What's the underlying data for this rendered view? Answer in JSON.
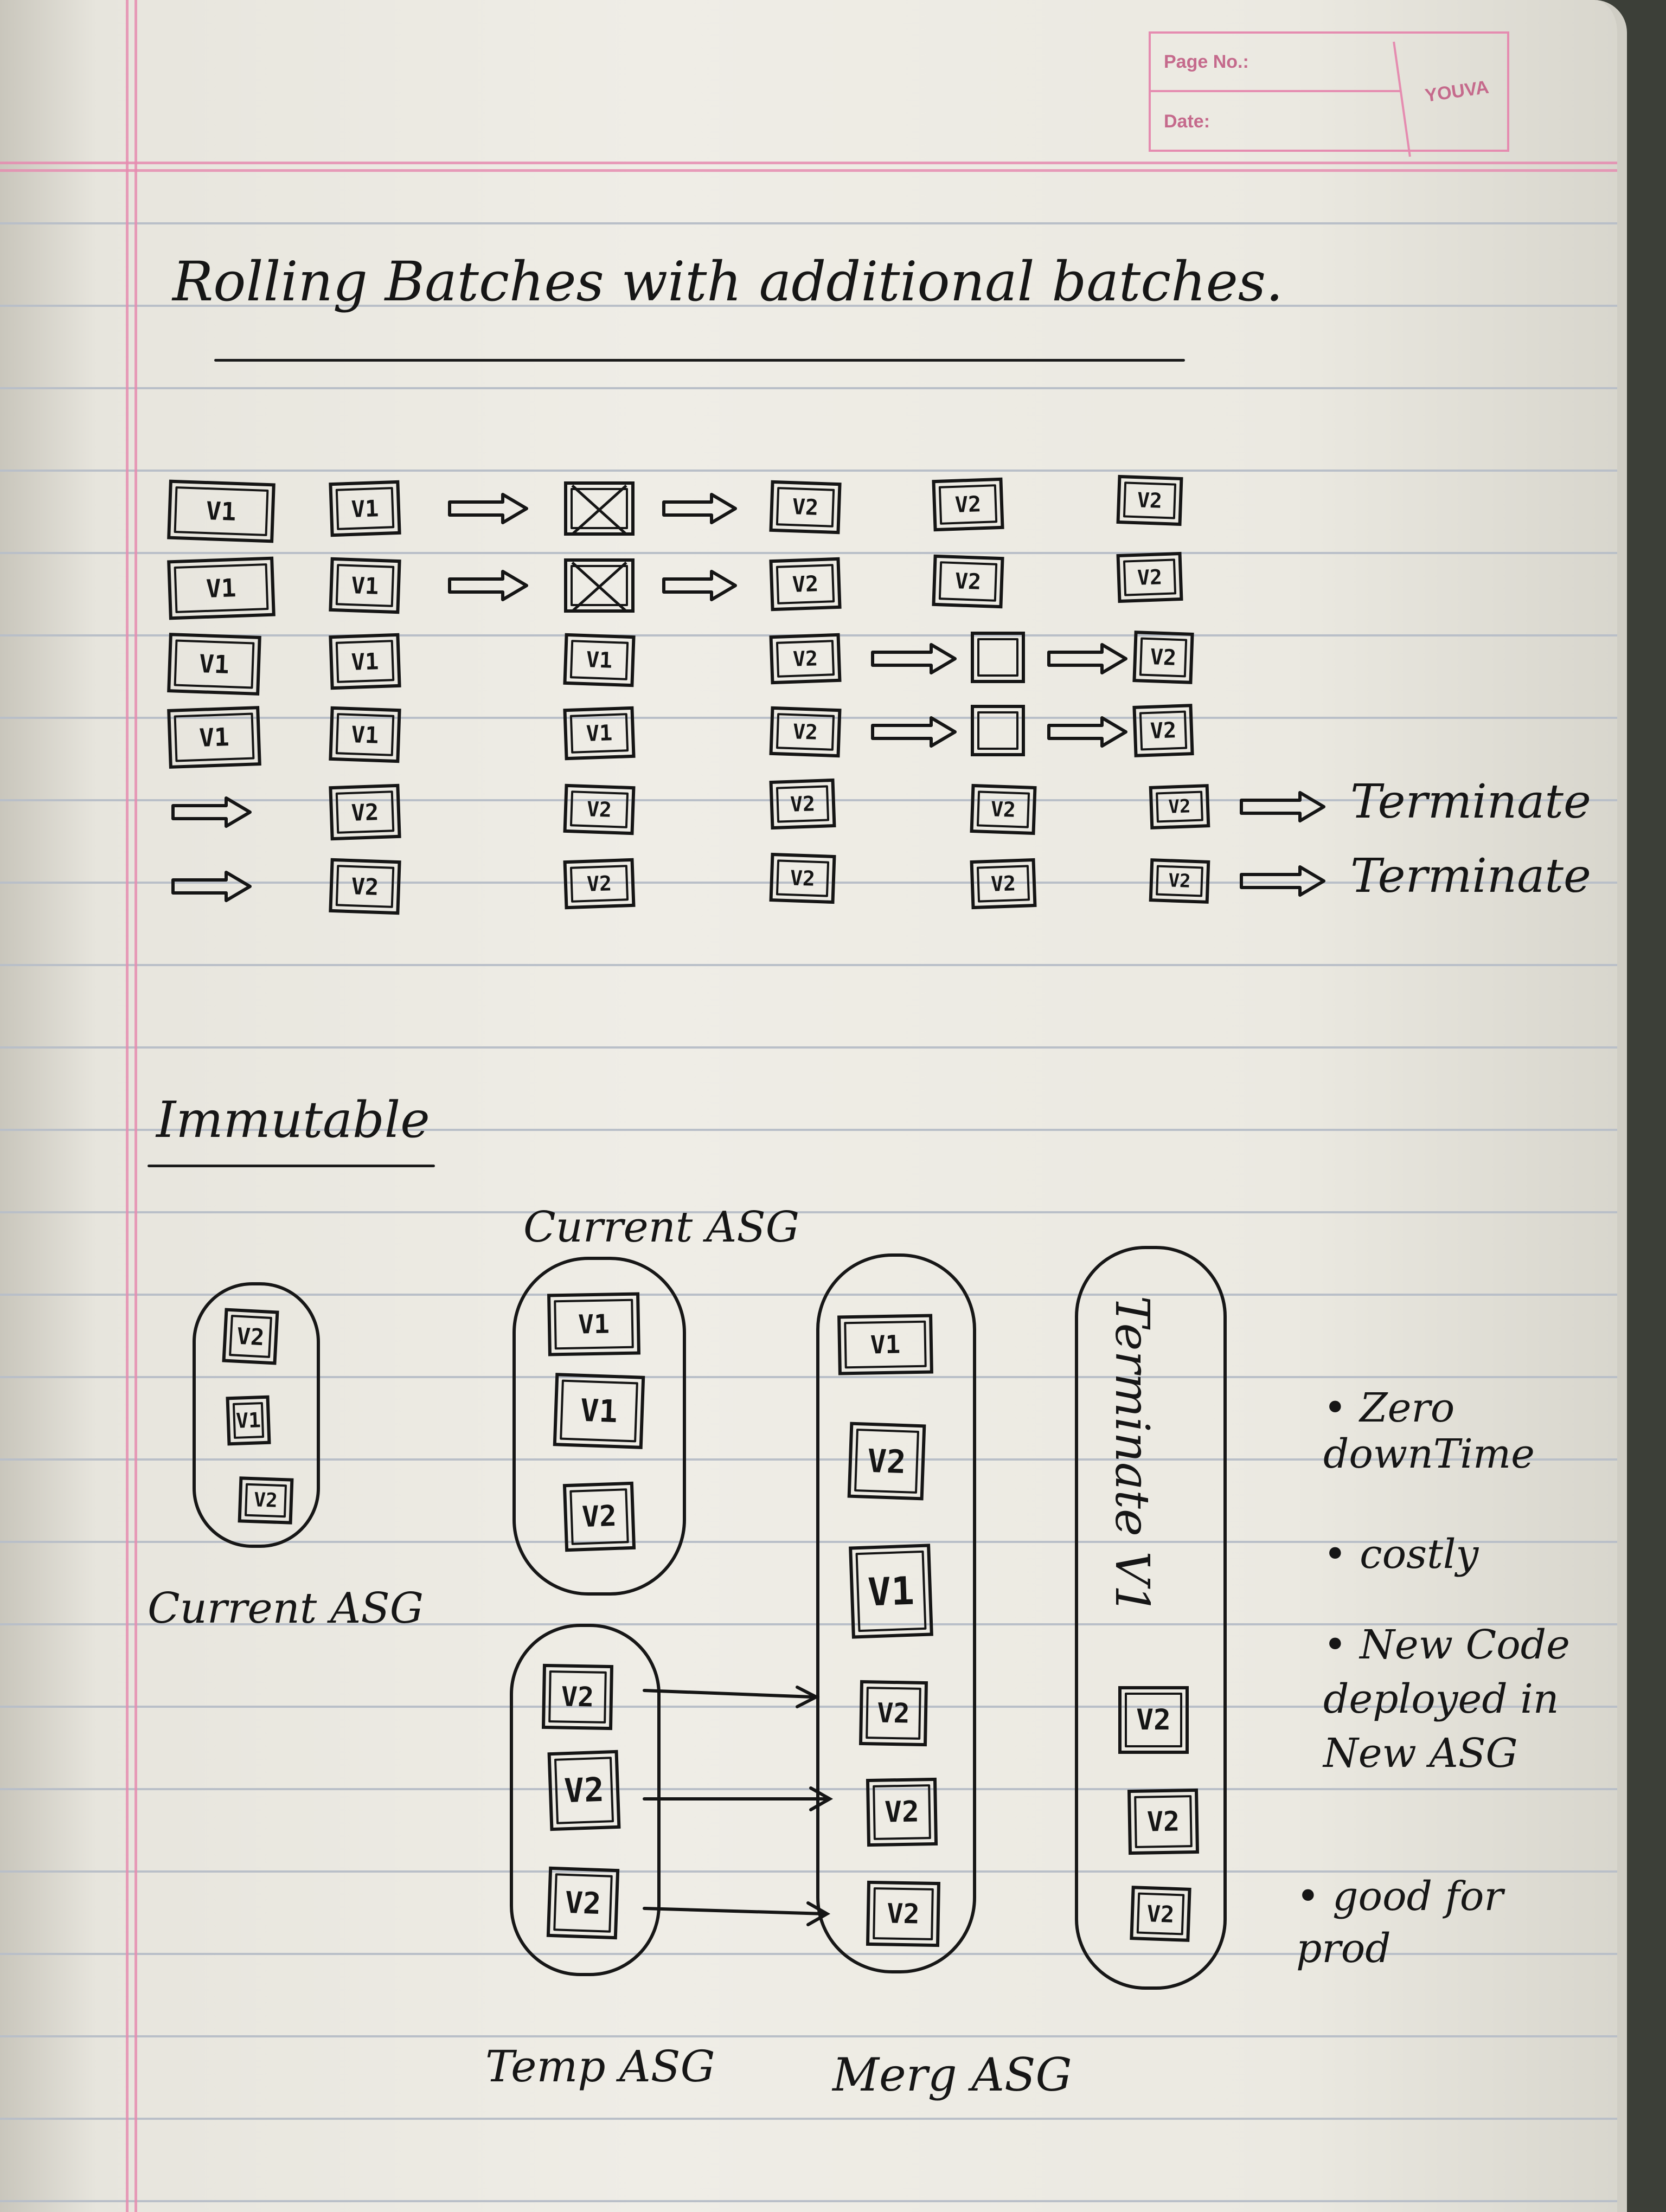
{
  "header": {
    "page_no_label": "Page No.:",
    "date_label": "Date:",
    "brand": "YOUVA"
  },
  "rolling": {
    "title": "Rolling Batches with additional batches.",
    "labels": {
      "v1": "V1",
      "v2": "V2",
      "terminate": "Terminate"
    }
  },
  "immutable": {
    "title": "Immutable",
    "current_asg_top": "Current ASG",
    "current_asg_bottom": "Current ASG",
    "temp_asg": "Temp ASG",
    "merge_asg": "Merg ASG",
    "terminate_v1": "Terminate V1",
    "notes": [
      "Zero downTime",
      "costly",
      "New Code deployed in New ASG",
      "good for prod"
    ]
  },
  "colors": {
    "ink": "#151515",
    "margin": "#e58cb0",
    "ruled": "#b9bfc8",
    "paper": "#efede6"
  }
}
